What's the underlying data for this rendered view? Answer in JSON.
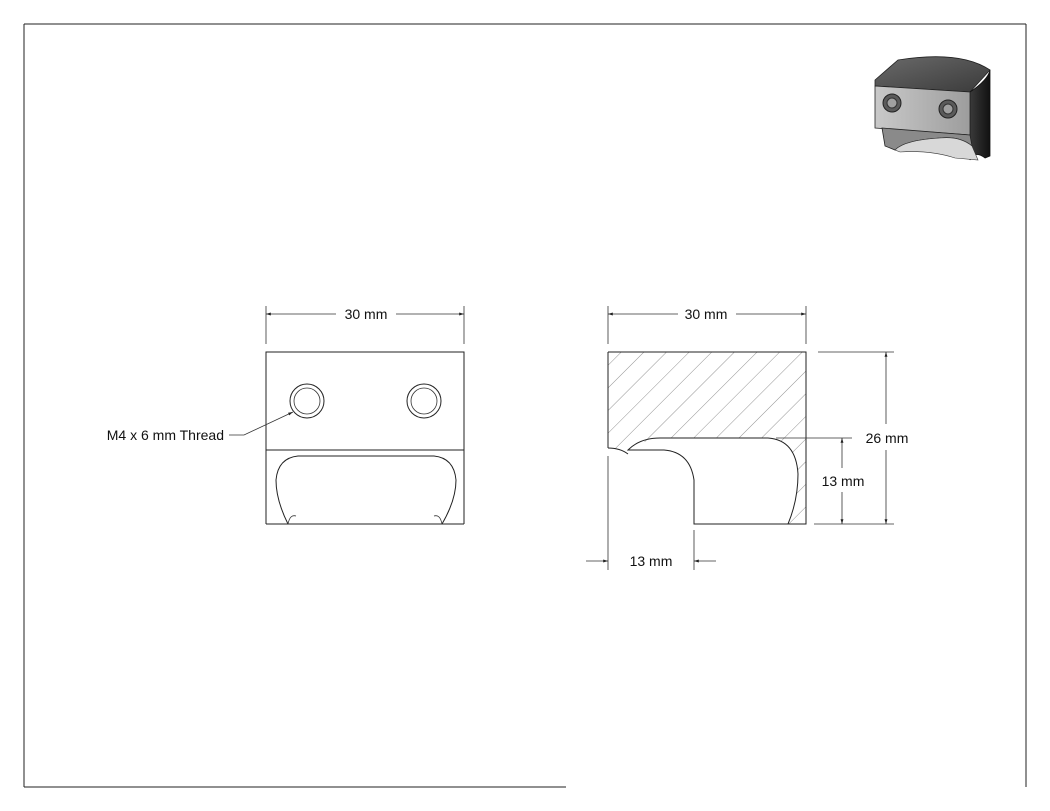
{
  "drawing": {
    "front_view": {
      "width_dim": "30 mm",
      "thread_callout": "M4 x 6 mm Thread"
    },
    "section_view": {
      "width_dim": "30 mm",
      "height_dim": "26 mm",
      "inner_height_dim": "13 mm",
      "slot_width_dim": "13 mm"
    },
    "iso_view": {
      "label": "isometric-thumbnail"
    }
  }
}
